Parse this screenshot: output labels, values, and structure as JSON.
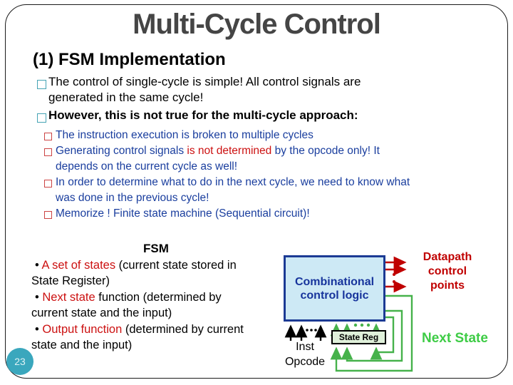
{
  "slide": {
    "title": "Multi-Cycle Control",
    "page_number": "23",
    "heading": "(1) FSM Implementation"
  },
  "bullets": {
    "b1_line1": "The control of single-cycle is simple! All control signals are",
    "b1_line2": "generated in the same cycle!",
    "b2": "However, this is not true for the multi-cycle approach:"
  },
  "sub_bullets": {
    "s1": "The instruction execution is broken to multiple cycles",
    "s2_seg1": "Generating control signals ",
    "s2_seg2": "is not determined",
    "s2_seg3": " by the opcode only! It",
    "s2_line2": "depends on the current cycle as well!",
    "s3_line1": "In order to determine what to do in the next cycle, we need to know what",
    "s3_line2": "was done in the previous cycle!",
    "s4": "Memorize ! Finite state machine (Sequential circuit)!"
  },
  "fsm": {
    "label": "FSM",
    "l1_bullet": "•  ",
    "l1_red": "A set of states",
    "l1_rest": " (current state stored in",
    "l2": "State Register)",
    "l3_bullet": "•  ",
    "l3_red": "Next state",
    "l3_rest": " function  (determined by",
    "l4": "current state and the input)",
    "l5_bullet": "•  ",
    "l5_red": "Output function",
    "l5_rest": " (determined by current",
    "l6": "state and the input)"
  },
  "diagram": {
    "comb_line1": "Combinational",
    "comb_line2": "control logic",
    "state_reg": "State Reg",
    "datapath_l1": "Datapath",
    "datapath_l2": "control",
    "datapath_l3": "points",
    "next_state": "Next State",
    "inst": "Inst",
    "opcode": "Opcode"
  },
  "colors": {
    "title_gray": "#454545",
    "body_blue": "#1a3e9e",
    "emphasis_red": "#cc1111",
    "arrow_red": "#c00000",
    "green_line": "#46b24b",
    "green_text": "#3ecc46",
    "teal_accent": "#3aa7bd",
    "bullet_teal": "#45a3b4",
    "bullet_red": "#cc4444",
    "comb_fill": "#cde9f5",
    "comb_border": "#1b3a94",
    "state_reg_fill": "#dff0da"
  }
}
